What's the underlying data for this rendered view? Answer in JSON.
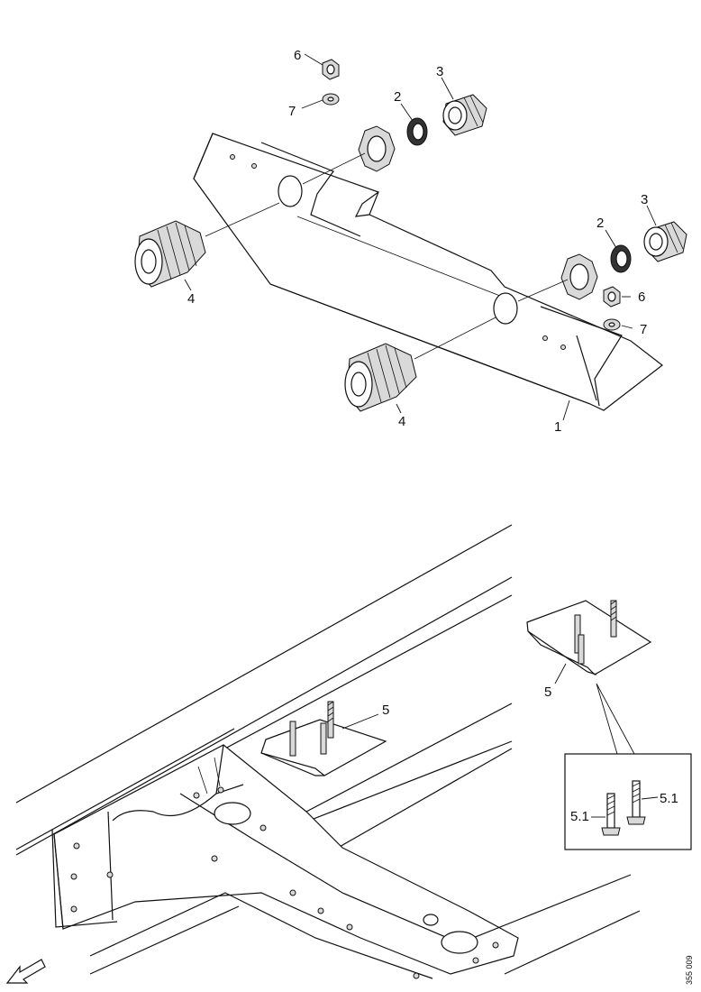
{
  "callouts": {
    "part_1": "1",
    "part_2_top": "2",
    "part_2_right": "2",
    "part_3_top": "3",
    "part_3_right": "3",
    "part_4_left": "4",
    "part_4_bottom": "4",
    "part_6_top": "6",
    "part_6_right": "6",
    "part_7_top": "7",
    "part_7_right": "7",
    "part_5_frame": "5",
    "part_5_plate": "5",
    "part_5_1_left": "5.1",
    "part_5_1_right": "5.1"
  },
  "figure_ref": "355 009"
}
